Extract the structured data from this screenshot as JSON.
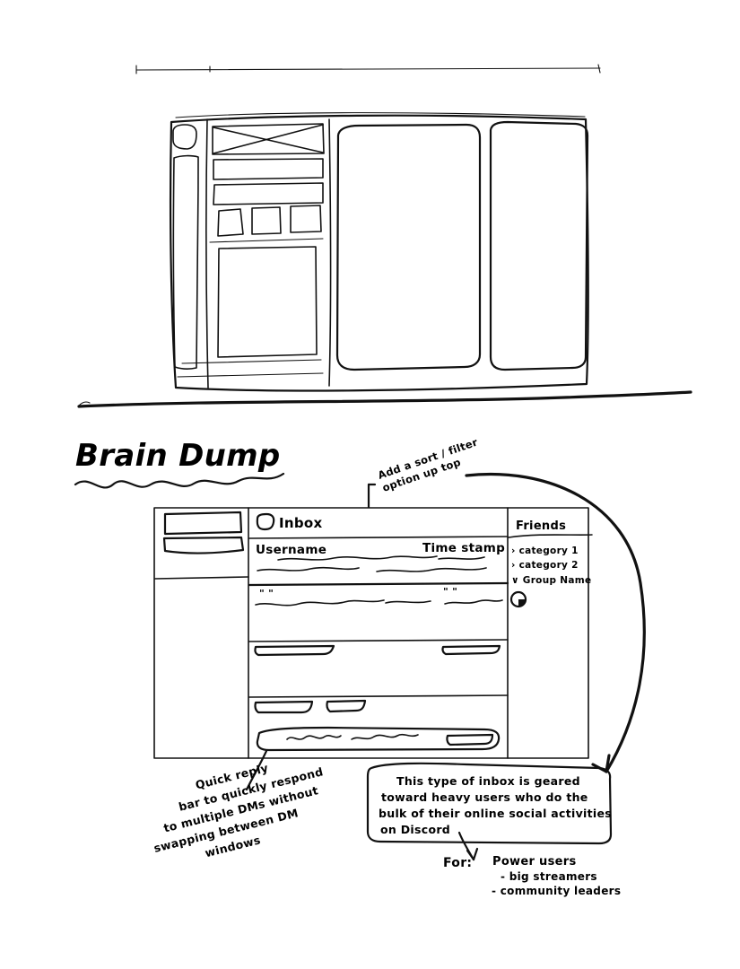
{
  "page": {
    "title": "Brain Dump",
    "background": "#ffffff",
    "ink_color": "#111111"
  },
  "top_wireframe": {
    "label": "top-app-layout-sketch",
    "left_rail": {
      "name": "server-rail",
      "icon": "rounded-square-icon"
    },
    "channel_column": {
      "name": "channel-list-column",
      "banner": {
        "name": "image-placeholder",
        "icon": "crossed-box-icon"
      },
      "bars": 2,
      "tiles": 3,
      "big_panel": "content-block"
    },
    "panels": [
      {
        "name": "main-panel"
      },
      {
        "name": "secondary-panel"
      }
    ]
  },
  "annotations": {
    "sort_filter": {
      "line1": "Add a sort / filter",
      "line2": "option up top"
    },
    "quick_reply": {
      "line1": "Quick reply",
      "line2": "bar to quickly respond",
      "line3": "to multiple DMs without",
      "line4": "swapping between DM",
      "line5": "windows"
    },
    "callout": {
      "line1": "This type of inbox is geared",
      "line2": "toward heavy users who do the",
      "line3": "bulk of their online social activities",
      "line4": "on Discord"
    },
    "audience": {
      "label": "For:",
      "primary": "Power users",
      "items": [
        "- big streamers",
        "- community leaders"
      ]
    }
  },
  "inbox_wireframe": {
    "sidebar": {
      "name": "left-sidebar",
      "blocks": [
        {
          "name": "sidebar-block-1"
        },
        {
          "name": "sidebar-block-2"
        }
      ]
    },
    "header": {
      "icon": "rounded-square-icon",
      "title": "Inbox"
    },
    "columns": {
      "username": "Username",
      "timestamp": "Time stamp"
    },
    "rows": [
      {
        "name": "message-row-1",
        "username": "Username",
        "timestamp": "Time stamp",
        "preview_style": "squiggle-lines",
        "preview_lines": 2
      },
      {
        "name": "message-row-2",
        "username": "\"   \"",
        "timestamp": "\"   \"",
        "preview_style": "squiggle-lines",
        "preview_lines": 1
      },
      {
        "name": "message-row-3",
        "preview_style": "filled-bars",
        "preview_lines": 1
      },
      {
        "name": "message-row-4",
        "preview_style": "filled-bars",
        "preview_lines": 1
      }
    ],
    "quick_reply_bar": {
      "name": "quick-reply-bar",
      "placeholder_style": "squiggle",
      "send_button": "send-button"
    },
    "friends_panel": {
      "title": "Friends",
      "groups": [
        {
          "chevron": "›",
          "label": "category 1"
        },
        {
          "chevron": "›",
          "label": "category 2"
        },
        {
          "chevron": "∨",
          "label": "Group Name"
        }
      ],
      "member": {
        "name": "friend-avatar",
        "icon": "avatar-status-icon"
      }
    }
  }
}
